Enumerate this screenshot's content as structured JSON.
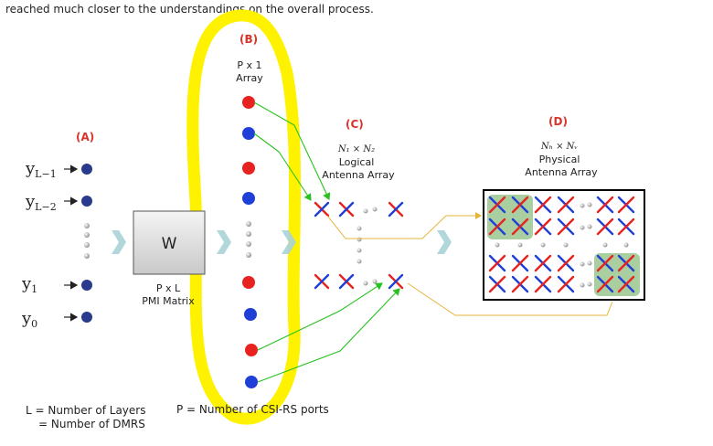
{
  "top_text": "reached much closer to the understandings on the overall process.",
  "labels": {
    "A": "(A)",
    "B": "(B)",
    "C": "(C)",
    "D": "(D)"
  },
  "array_b": {
    "line1": "P x 1",
    "line2": "Array"
  },
  "logical": {
    "dims": "N₁ × N₂",
    "line1": "Logical",
    "line2": "Antenna Array"
  },
  "physical": {
    "dims": "Nₕ × Nᵥ",
    "line1": "Physical",
    "line2": "Antenna Array"
  },
  "inputs": {
    "y_Lm1": "y",
    "y_Lm1_sub": "L−1",
    "y_Lm2": "y",
    "y_Lm2_sub": "L−2",
    "y_1": "y",
    "y_1_sub": "1",
    "y_0": "y",
    "y_0_sub": "0"
  },
  "matrix": {
    "symbol": "W",
    "line1": "P x L",
    "line2": "PMI Matrix"
  },
  "legend": {
    "L1": "L = Number of Layers",
    "L2": "= Number of DMRS",
    "P": "P = Number of CSI-RS ports"
  },
  "colors": {
    "red": "#e8231f",
    "blue": "#1f3fd6",
    "dark_blue": "#2a3a8c",
    "highlight": "#fff200",
    "green_arrow": "#27c21f",
    "orange_line": "#e6b43a",
    "label_red": "#d9342b",
    "green_tile": "#a9cfa1"
  }
}
